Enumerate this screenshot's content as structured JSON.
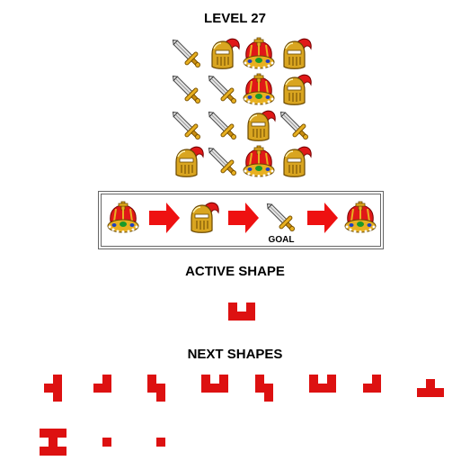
{
  "level_title": "LEVEL 27",
  "active_shape_title": "ACTIVE SHAPE",
  "next_shapes_title": "NEXT SHAPES",
  "goal_label": "GOAL",
  "colors": {
    "shape": "#dd1111",
    "arrow": "#ee1111"
  },
  "grid": [
    [
      "sword",
      "helmet",
      "crown",
      "helmet"
    ],
    [
      "sword",
      "sword",
      "crown",
      "helmet"
    ],
    [
      "sword",
      "sword",
      "helmet",
      "sword"
    ],
    [
      "helmet",
      "sword",
      "crown",
      "helmet"
    ]
  ],
  "sequence": [
    "crown",
    "helmet",
    "sword",
    "crown"
  ],
  "goal_index": 2,
  "active_shape": [
    [
      1,
      0,
      1
    ],
    [
      1,
      1,
      1
    ]
  ],
  "next_shapes": [
    [
      [
        0,
        1
      ],
      [
        1,
        1
      ],
      [
        0,
        1
      ]
    ],
    [
      [
        0,
        1
      ],
      [
        1,
        1
      ]
    ],
    [
      [
        1,
        0
      ],
      [
        1,
        1
      ],
      [
        0,
        1
      ]
    ],
    [
      [
        1,
        0,
        1
      ],
      [
        1,
        1,
        1
      ]
    ],
    [
      [
        1,
        0
      ],
      [
        1,
        1
      ],
      [
        0,
        1
      ]
    ],
    [
      [
        1,
        0,
        1
      ],
      [
        1,
        1,
        1
      ]
    ],
    [
      [
        0,
        1
      ],
      [
        1,
        1
      ]
    ],
    [
      [
        0,
        1,
        0
      ],
      [
        1,
        1,
        1
      ]
    ],
    [
      [
        1,
        1,
        1
      ],
      [
        0,
        1,
        0
      ],
      [
        1,
        1,
        1
      ]
    ],
    [
      [
        1
      ]
    ],
    [
      [
        1
      ]
    ]
  ]
}
